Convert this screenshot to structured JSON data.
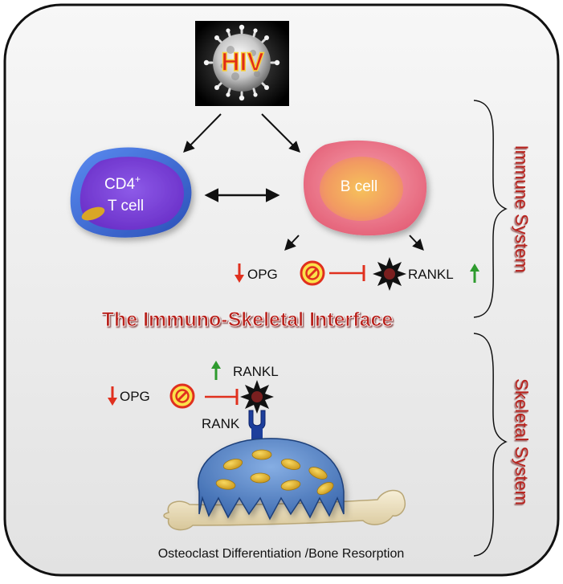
{
  "virus": {
    "label": "HIV"
  },
  "cells": {
    "t_cell": {
      "line1": "CD4",
      "superscript": "+",
      "line2": "T cell"
    },
    "b_cell": {
      "label": "B cell"
    }
  },
  "immune_signaling": {
    "opg": "OPG",
    "rankl": "RANKL"
  },
  "interface_title": "The Immuno-Skeletal Interface",
  "skeletal_signaling": {
    "opg": "OPG",
    "rankl": "RANKL",
    "rank": "RANK"
  },
  "caption": "Osteoclast Differentiation /Bone Resorption",
  "brackets": {
    "immune": "Immune System",
    "skeletal": "Skeletal System"
  },
  "colors": {
    "panel_bg": "#ededed",
    "panel_border": "#111111",
    "t_cell_outer": "#3f6fd9",
    "t_cell_inner": "#7b3fd6",
    "b_cell_outer": "#f27a8d",
    "b_cell_inner": "#f2a55a",
    "title_red": "#b8211e",
    "arrow_down_red": "#e0301e",
    "arrow_up_green": "#2e9b2e",
    "inhibition_red": "#e0301e",
    "osteoclast_blue": "#4a7cc3",
    "nucleus_yellow": "#e8b826",
    "bone": "#efe3c2",
    "rank_blue": "#1d3f9c",
    "rankl_dark": "#7a1f1f"
  },
  "icons": [
    "virus-icon",
    "prohibition-icon",
    "rankl-star-icon",
    "up-arrow-icon",
    "down-arrow-icon",
    "inhibition-bar-icon"
  ]
}
